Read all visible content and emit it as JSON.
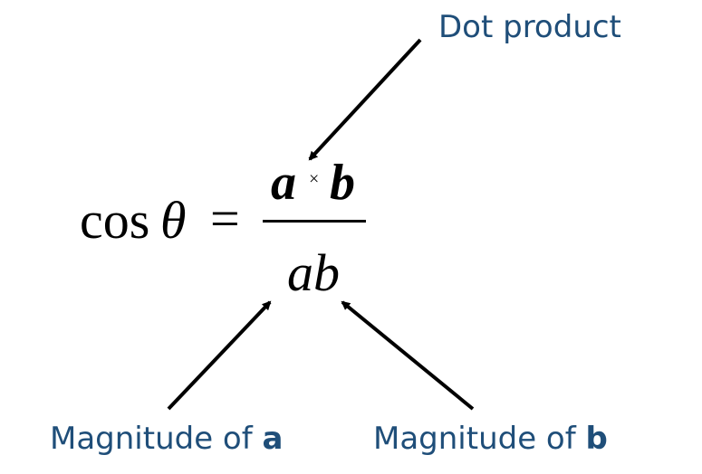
{
  "labels": {
    "dot_product": "Dot product",
    "magnitude_a_prefix": "Magnitude of ",
    "magnitude_a_var": "a",
    "magnitude_b_prefix": "Magnitude of ",
    "magnitude_b_var": "b"
  },
  "formula": {
    "cos": "cos",
    "theta": "θ",
    "equals": "=",
    "numerator_a": "a",
    "numerator_operator": "×",
    "numerator_b": "b",
    "denominator": "ab"
  },
  "colors": {
    "label_text": "#1f4e79",
    "formula_text": "#000000",
    "arrows": "#000000"
  }
}
